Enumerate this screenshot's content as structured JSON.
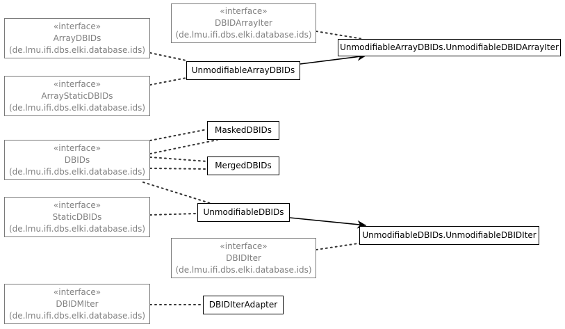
{
  "stereotype": "«interface»",
  "interfaces": {
    "array_dbid_iter": {
      "name": "DBIDArrayIter",
      "package": "(de.lmu.ifi.dbs.elki.database.ids)"
    },
    "array_dbids": {
      "name": "ArrayDBIDs",
      "package": "(de.lmu.ifi.dbs.elki.database.ids)"
    },
    "array_static_dbids": {
      "name": "ArrayStaticDBIDs",
      "package": "(de.lmu.ifi.dbs.elki.database.ids)"
    },
    "dbids": {
      "name": "DBIDs",
      "package": "(de.lmu.ifi.dbs.elki.database.ids)"
    },
    "static_dbids": {
      "name": "StaticDBIDs",
      "package": "(de.lmu.ifi.dbs.elki.database.ids)"
    },
    "dbid_iter": {
      "name": "DBIDIter",
      "package": "(de.lmu.ifi.dbs.elki.database.ids)"
    },
    "dbidm_iter": {
      "name": "DBIDMIter",
      "package": "(de.lmu.ifi.dbs.elki.database.ids)"
    }
  },
  "classes": {
    "unmodifiable_array_dbid_array_iter": "UnmodifiableArrayDBIDs.UnmodifiableDBIDArrayIter",
    "unmodifiable_array_dbids": "UnmodifiableArrayDBIDs",
    "masked_dbids": "MaskedDBIDs",
    "merged_dbids": "MergedDBIDs",
    "unmodifiable_dbids": "UnmodifiableDBIDs",
    "unmodifiable_dbid_iter": "UnmodifiableDBIDs.UnmodifiableDBIDIter",
    "dbid_iter_adapter": "DBIDIterAdapter"
  },
  "colors": {
    "interface_text": "#808080",
    "interface_border": "#7a7a7a",
    "class_border": "#000000",
    "edge": "#333333"
  }
}
